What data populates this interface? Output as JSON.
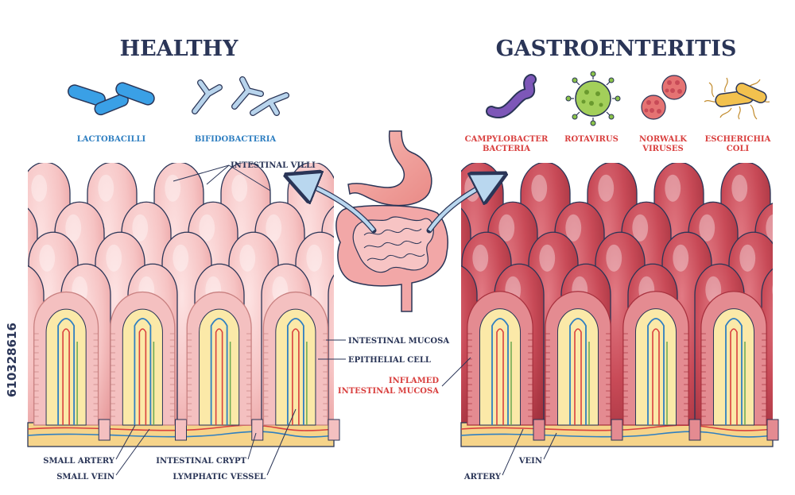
{
  "titles": {
    "healthy": "HEALTHY",
    "disease": "GASTROENTERITIS"
  },
  "healthy_microbes": [
    {
      "label": "LACTOBACILLI",
      "icon": "rod-bacteria-icon"
    },
    {
      "label": "BIFIDOBACTERIA",
      "icon": "branched-bacteria-icon"
    }
  ],
  "pathogens": [
    {
      "line1": "CAMPYLOBACTER",
      "line2": "BACTERIA",
      "icon": "curved-bacteria-icon"
    },
    {
      "line1": "ROTAVIRUS",
      "line2": "",
      "icon": "virus-icon"
    },
    {
      "line1": "NORWALK",
      "line2": "VIRUSES",
      "icon": "virus-cluster-icon"
    },
    {
      "line1": "ESCHERICHIA",
      "line2": "COLI",
      "icon": "flagellated-bacteria-icon"
    }
  ],
  "labels": {
    "villi": "INTESTINAL VILLI",
    "mucosa": "INTESTINAL MUCOSA",
    "epithelial": "EPITHELIAL CELL",
    "inflamed_1": "INFLAMED",
    "inflamed_2": "INTESTINAL MUCOSA",
    "small_artery": "SMALL ARTERY",
    "small_vein": "SMALL VEIN",
    "crypt": "INTESTINAL CRYPT",
    "lymphatic": "LYMPHATIC VESSEL",
    "artery": "ARTERY",
    "vein": "VEIN"
  },
  "watermark": "610328616",
  "colors": {
    "healthy_villus": "#f6c3c3",
    "healthy_villus_dark": "#e79a9b",
    "inflamed_villus": "#c84a57",
    "inflamed_villus_dark": "#a8323f",
    "outline": "#2a3557",
    "label_blue": "#2f7fc1",
    "label_red": "#d9403f",
    "submucosa": "#f6d48a"
  }
}
